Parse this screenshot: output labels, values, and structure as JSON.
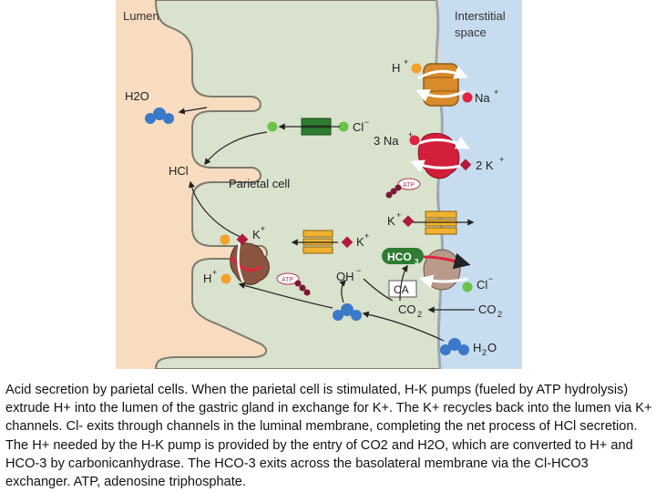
{
  "diagram": {
    "regions": {
      "lumen": "Lumen",
      "interstitial_line1": "Interstitial",
      "interstitial_line2": "space",
      "cell": "Parietal cell"
    },
    "labels": {
      "h_top": "H",
      "na_right": "Na",
      "h2o_lumen": "H2O",
      "cl_top": "Cl",
      "na3": "3 Na",
      "k2": "2 K",
      "hcl": "HCl",
      "atp_upper": "ATP",
      "k_baso": "K",
      "k_lumen": "K",
      "hco3": "HCO",
      "oh": "OH",
      "cl_baso": "Cl",
      "h_lumen": "H",
      "atp_lower": "ATP",
      "ca": "CA",
      "co2_in": "CO",
      "co2_out": "CO",
      "h2o_bottom": "H",
      "h2o_bottom_o": "O",
      "sub2": "2",
      "sub3": "3",
      "plus": "+",
      "minus": "−"
    },
    "colors": {
      "lumen_bg": "#f8dcc0",
      "cell_bg": "#d9e2cc",
      "interstitial_bg": "#c7dcef",
      "orange_dot": "#f4a12a",
      "red_dot": "#e0233e",
      "green_dot": "#6cc24a",
      "water_blue": "#3b78c8",
      "hkatpase": "#8a5640"
    }
  },
  "caption": "Acid secretion by parietal cells. When the parietal cell is stimulated, H-K pumps (fueled by ATP hydrolysis) extrude H+ into the lumen of the gastric gland in exchange for K+. The K+ recycles back into the lumen via K+ channels. Cl- exits through channels in the luminal membrane, completing the net process of HCl secretion. The H+ needed by the H-K pump is provided by the entry of CO2 and H2O, which are converted to H+ and HCO-3 by carbonicanhydrase. The HCO-3 exits across the basolateral membrane via the Cl-HCO3 exchanger. ATP, adenosine triphosphate."
}
